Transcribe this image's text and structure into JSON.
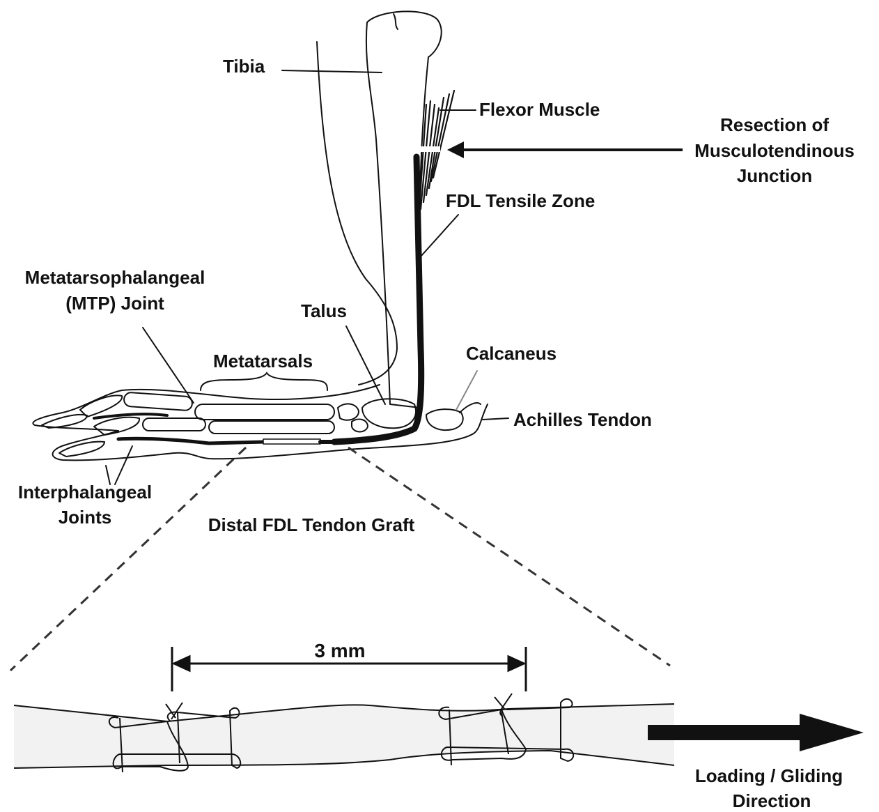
{
  "labels": {
    "tibia": "Tibia",
    "flexor_muscle": "Flexor Muscle",
    "resection_line1": "Resection of",
    "resection_line2": "Musculotendinous",
    "resection_line3": "Junction",
    "fdl_tensile_zone": "FDL Tensile Zone",
    "mtp_line1": "Metatarsophalangeal",
    "mtp_line2": "(MTP) Joint",
    "talus": "Talus",
    "metatarsals": "Metatarsals",
    "calcaneus": "Calcaneus",
    "achilles_tendon": "Achilles Tendon",
    "interphalangeal_line1": "Interphalangeal",
    "interphalangeal_line2": "Joints",
    "distal_graft": "Distal FDL Tendon Graft",
    "measurement": "3 mm",
    "loading_line1": "Loading / Gliding",
    "loading_line2": "Direction"
  },
  "colors": {
    "ink": "#111111",
    "tendon_fill": "#f2f2f2",
    "grey_leader": "#888888"
  }
}
